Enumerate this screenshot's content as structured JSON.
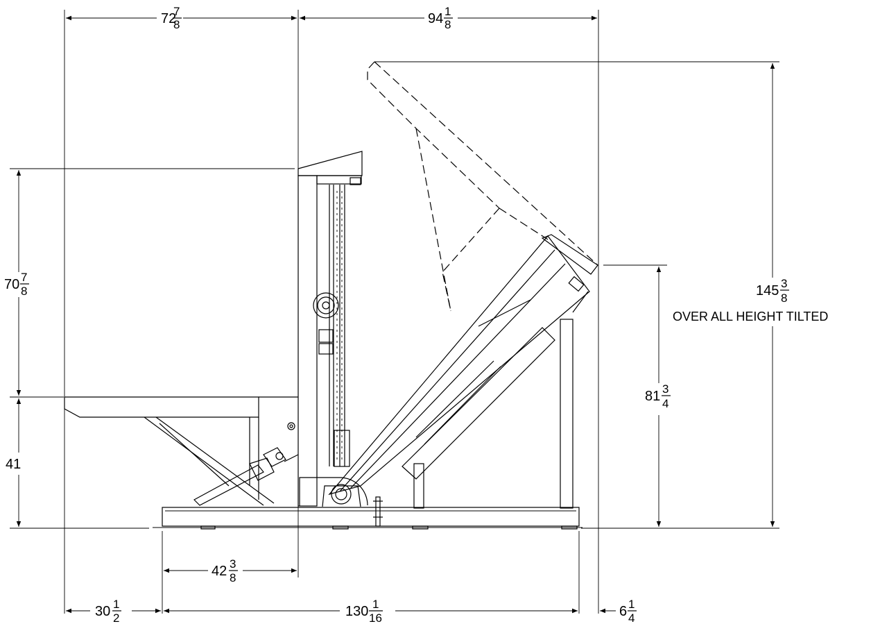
{
  "dimensions": {
    "top_left": {
      "whole": "72",
      "num": "7",
      "den": "8"
    },
    "top_right": {
      "whole": "94",
      "num": "1",
      "den": "8"
    },
    "left_upper": {
      "whole": "70",
      "num": "7",
      "den": "8"
    },
    "left_lower": {
      "whole": "41"
    },
    "right_tilted": {
      "whole": "145",
      "num": "3",
      "den": "8"
    },
    "right_mid": {
      "whole": "81",
      "num": "3",
      "den": "4"
    },
    "base_offset": {
      "whole": "42",
      "num": "3",
      "den": "8"
    },
    "bottom_left": {
      "whole": "30",
      "num": "1",
      "den": "2"
    },
    "bottom_mid": {
      "whole": "130",
      "num": "1",
      "den": "16"
    },
    "bottom_right": {
      "whole": "6",
      "num": "1",
      "den": "4"
    }
  },
  "notes": {
    "overall_height": "OVER ALL HEIGHT TILTED"
  }
}
